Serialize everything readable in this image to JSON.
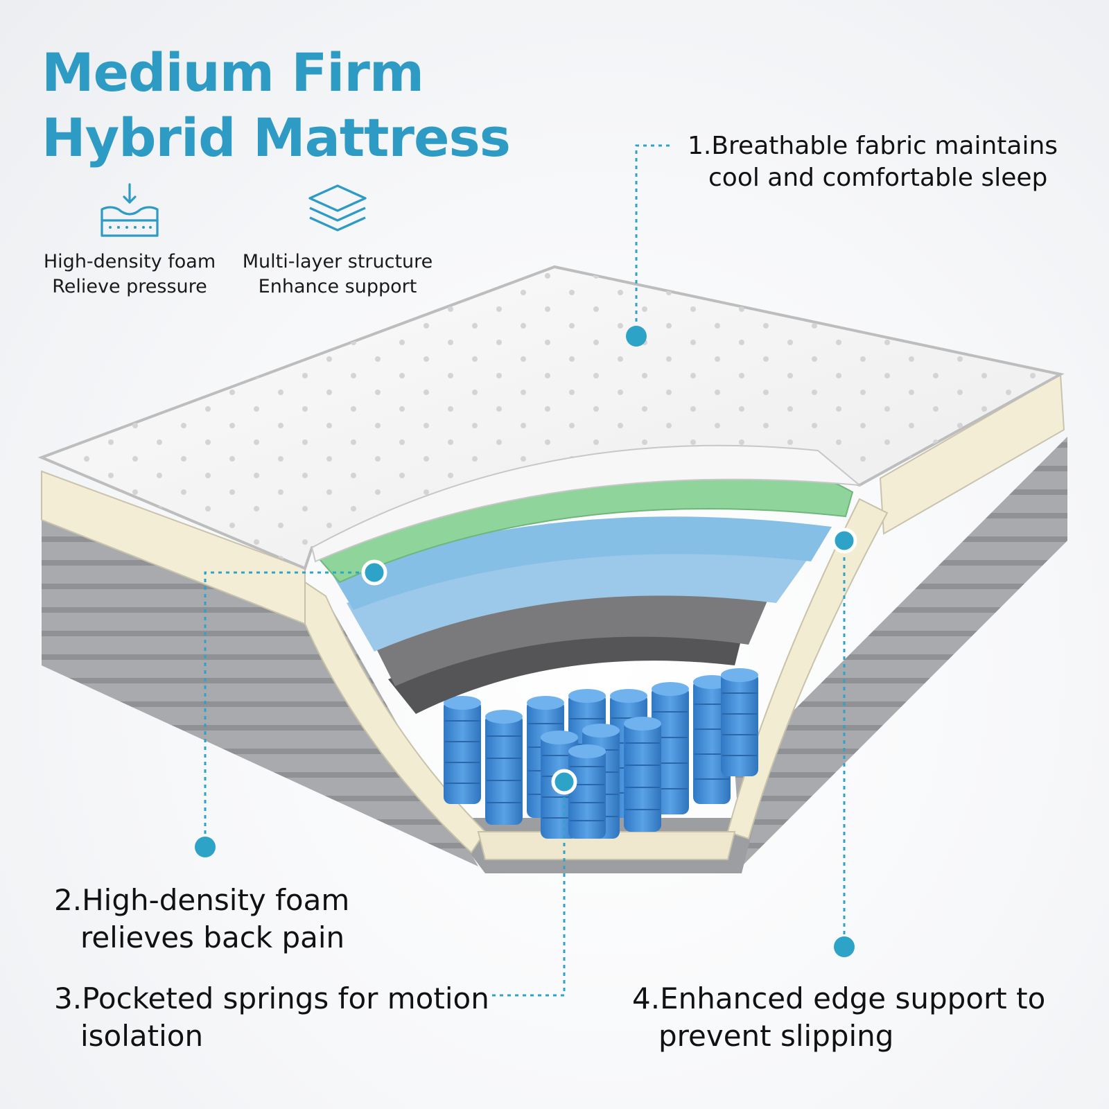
{
  "title": {
    "line1": "Medium Firm",
    "line2": "Hybrid Mattress"
  },
  "badges": [
    {
      "icon": "foam-compression-icon",
      "line1": "High-density foam",
      "line2": "Relieve pressure"
    },
    {
      "icon": "layers-icon",
      "line1": "Multi-layer structure",
      "line2": "Enhance support"
    }
  ],
  "callouts": [
    {
      "line1": "1.Breathable fabric maintains",
      "line2": "cool and comfortable sleep"
    },
    {
      "line1": "2.High-density foam",
      "line2": "relieves back pain"
    },
    {
      "line1": "3.Pocketed springs for motion",
      "line2": "isolation"
    },
    {
      "line1": "4.Enhanced edge support to",
      "line2": "prevent slipping"
    }
  ],
  "colors": {
    "accent": "#2d9bc4",
    "callout_dot": "#2ea3c8",
    "fabric": "#f4f4f4",
    "cream_layer": "#f3edd6",
    "green_foam": "#8fd49a",
    "blue_foam": "#8fc6ea",
    "gray_foam": "#6d6d6f",
    "springs": "#4a90d9",
    "side_panel": "#a9abae"
  }
}
